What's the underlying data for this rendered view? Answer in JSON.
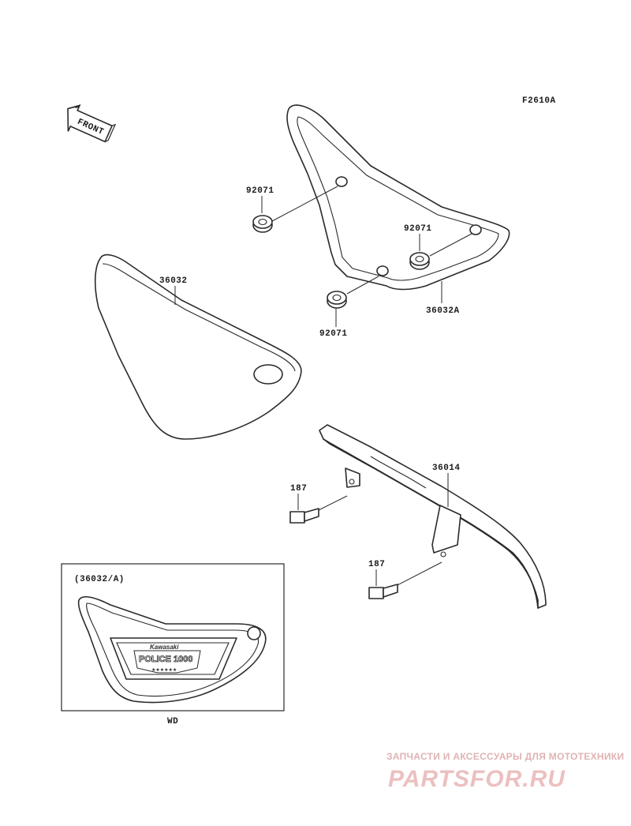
{
  "drawing_code": "F2610A",
  "front_label": "FRONT",
  "callouts": {
    "grommet_upper": "92071",
    "grommet_right": "92071",
    "grommet_lower": "92071",
    "left_cover": "36032",
    "right_cover": "36032A",
    "chain_case": "36014",
    "bolt_upper": "187",
    "bolt_lower": "187"
  },
  "inset": {
    "title": "(36032/A)",
    "emblem_brand": "Kawasaki",
    "emblem_model": "POLICE 1000",
    "emblem_stars": "★★★★★★",
    "caption": "WD"
  },
  "watermark": {
    "tagline": "ЗАПЧАСТИ И АКСЕССУАРЫ ДЛЯ МОТОТЕХНИКИ",
    "brand": "PARTSFOR.RU",
    "color": "#e0b3b3"
  }
}
